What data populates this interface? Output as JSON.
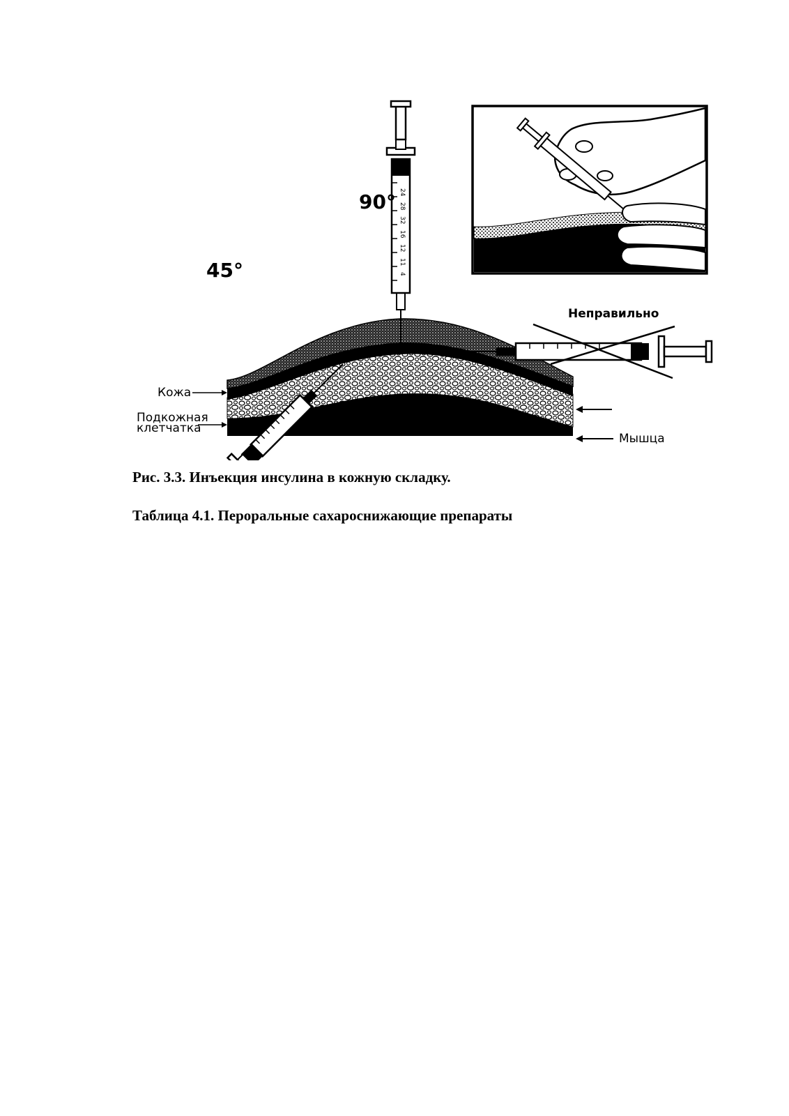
{
  "figure": {
    "angle_45": "45°",
    "angle_90": "90°",
    "wrong": "Неправильно",
    "skin": "Кожа",
    "subcutaneous_line1": "Подкожная",
    "subcutaneous_line2": "клетчатка",
    "muscle": "Мышца",
    "scale_marks_vertical": [
      "24",
      "28",
      "32",
      "16",
      "12",
      "11",
      "4"
    ]
  },
  "captions": {
    "figure_caption": "Рис. 3.3. Инъекция инсулина в кожную складку.",
    "table_caption": "Таблица 4.1. Пероральные сахароснижающие препараты"
  }
}
